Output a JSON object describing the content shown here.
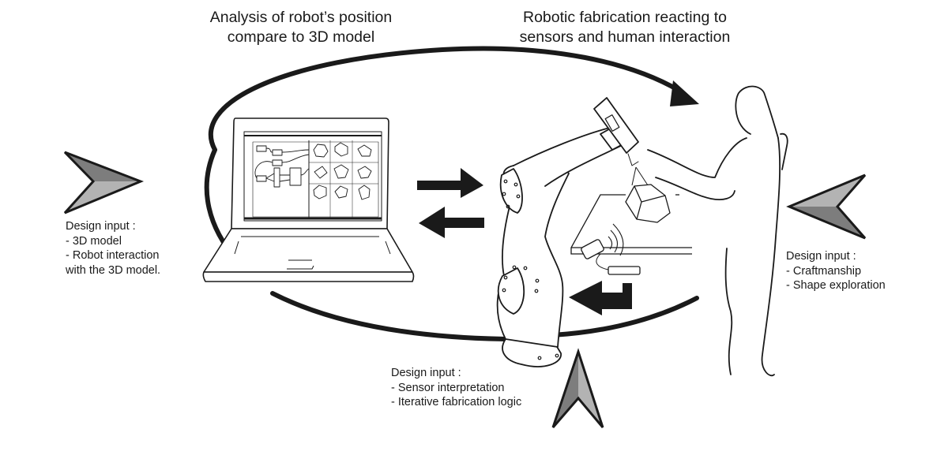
{
  "titles": {
    "left": {
      "line1": "Analysis of robot’s position",
      "line2": "compare to 3D model"
    },
    "right": {
      "line1": "Robotic fabrication reacting to",
      "line2": "sensors and human interaction"
    }
  },
  "inputs": {
    "computer": {
      "heading": "Design input :",
      "items": [
        "- 3D model",
        "- Robot interaction",
        "with the 3D model."
      ],
      "arrow_direction": "right"
    },
    "human": {
      "heading": "Design input :",
      "items": [
        "- Craftmanship",
        "- Shape exploration"
      ],
      "arrow_direction": "left"
    },
    "sensor": {
      "heading": "Design input :",
      "items": [
        "- Sensor interpretation",
        "- Iterative fabrication logic"
      ],
      "arrow_direction": "up"
    }
  },
  "nodes": [
    "laptop with 3D model software",
    "robotic arm",
    "sensor on work table",
    "human figure"
  ],
  "exchange_arrows": [
    "computer-to-robot",
    "robot-to-computer",
    "sensor-to-robot"
  ],
  "colors": {
    "ink": "#1a1a1a",
    "chevron_dark": "#7d7d7d",
    "chevron_light": "#b3b3b3",
    "background": "#ffffff"
  }
}
